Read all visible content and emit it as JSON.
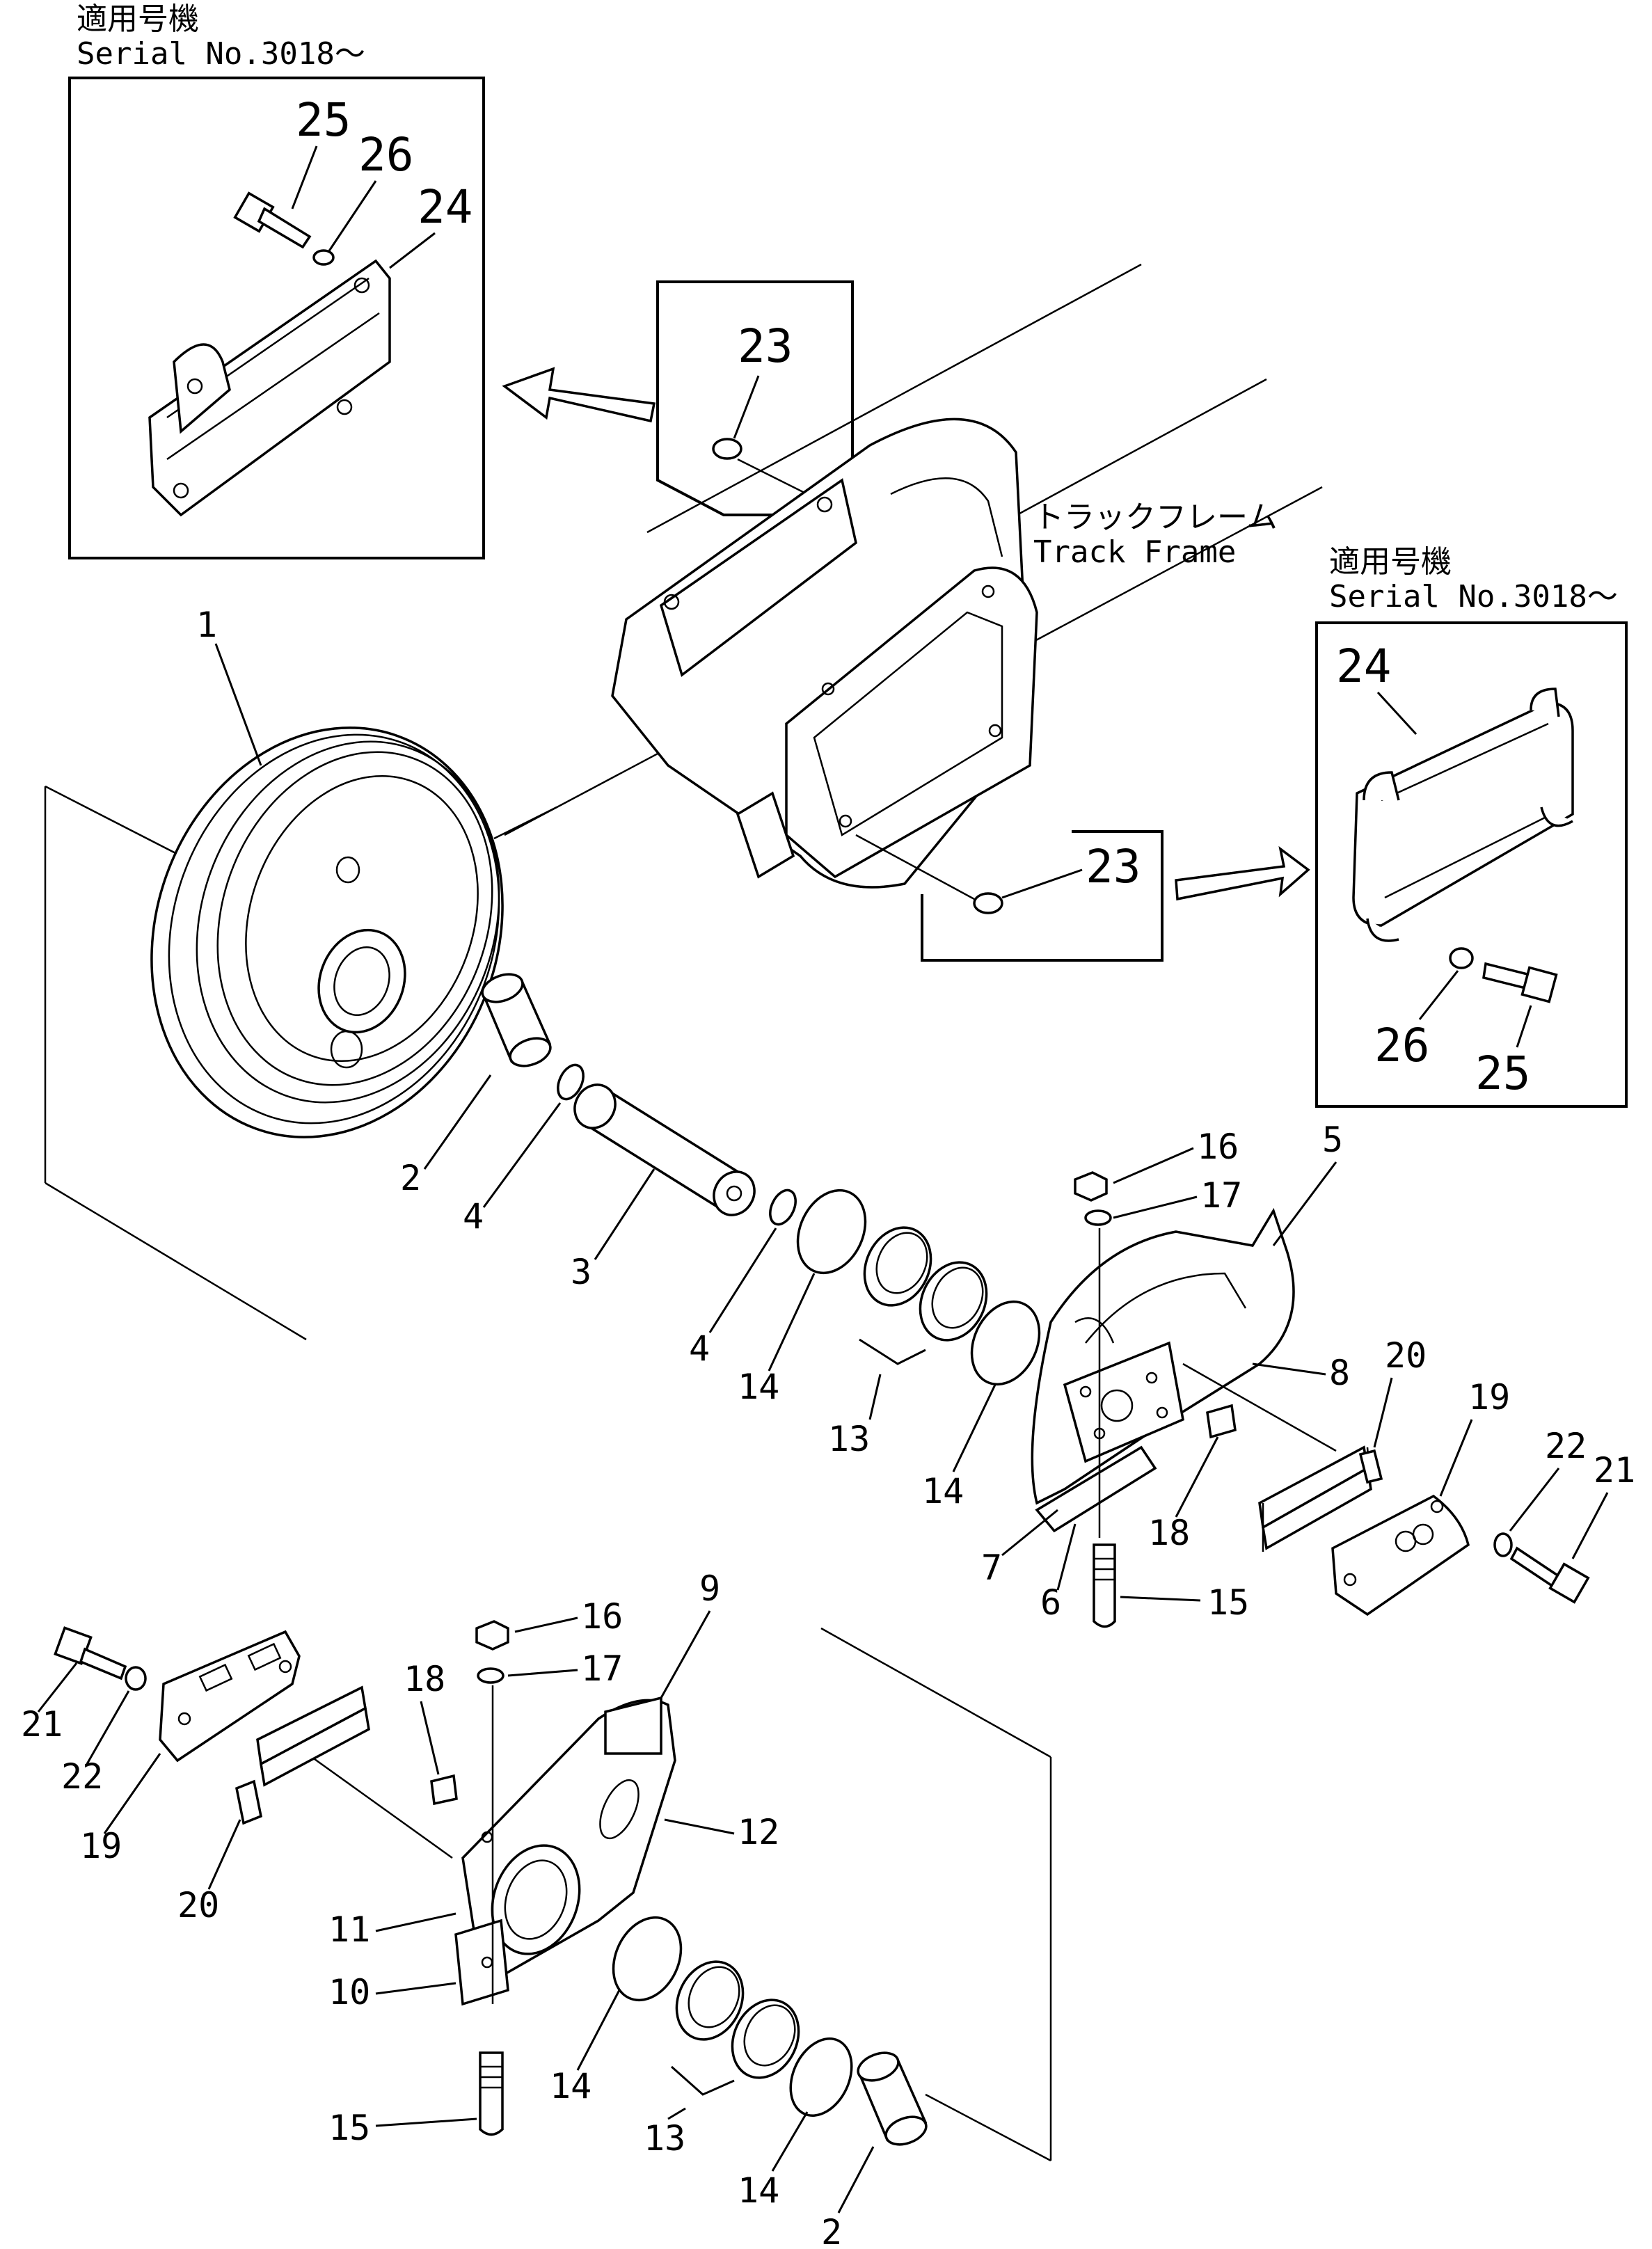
{
  "header_left": {
    "jp": "適用号機",
    "serial": "Serial No.3018～"
  },
  "header_right": {
    "jp": "適用号機",
    "serial": "Serial No.3018～"
  },
  "track_frame": {
    "jp": "トラックフレーム",
    "en": "Track Frame"
  },
  "inset_top_left": {
    "labels": [
      "25",
      "26",
      "24"
    ]
  },
  "inset_right": {
    "labels": [
      "24",
      "26",
      "25"
    ]
  },
  "callouts_23": [
    "23",
    "23"
  ],
  "parts": {
    "p1": "1",
    "p2a": "2",
    "p2b": "2",
    "p3": "3",
    "p4a": "4",
    "p4b": "4",
    "p5": "5",
    "p6": "6",
    "p7": "7",
    "p8": "8",
    "p9": "9",
    "p10": "10",
    "p11": "11",
    "p12": "12",
    "p13a": "13",
    "p13b": "13",
    "p14a": "14",
    "p14b": "14",
    "p14c": "14",
    "p14d": "14",
    "p15a": "15",
    "p15b": "15",
    "p16a": "16",
    "p16b": "16",
    "p17a": "17",
    "p17b": "17",
    "p18a": "18",
    "p18b": "18",
    "p19a": "19",
    "p19b": "19",
    "p20a": "20",
    "p20b": "20",
    "p21a": "21",
    "p21b": "21",
    "p22a": "22",
    "p22b": "22"
  }
}
